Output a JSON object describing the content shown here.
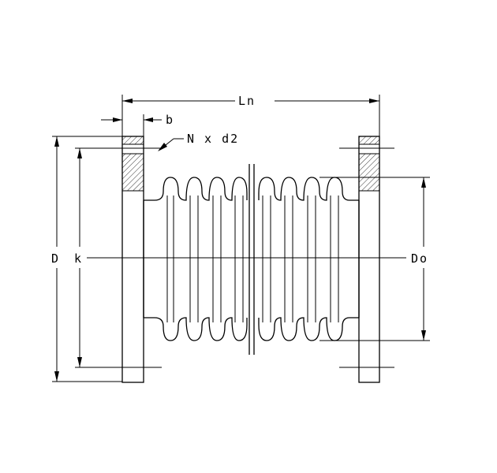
{
  "labels": {
    "overall_length": "Ln",
    "flange_thickness": "b",
    "bolt_holes": "N x d2",
    "flange_outer_diameter": "D",
    "bolt_circle_diameter": "k",
    "bellows_outer_diameter": "Do"
  },
  "colors": {
    "line": "#000000",
    "background": "#ffffff"
  }
}
